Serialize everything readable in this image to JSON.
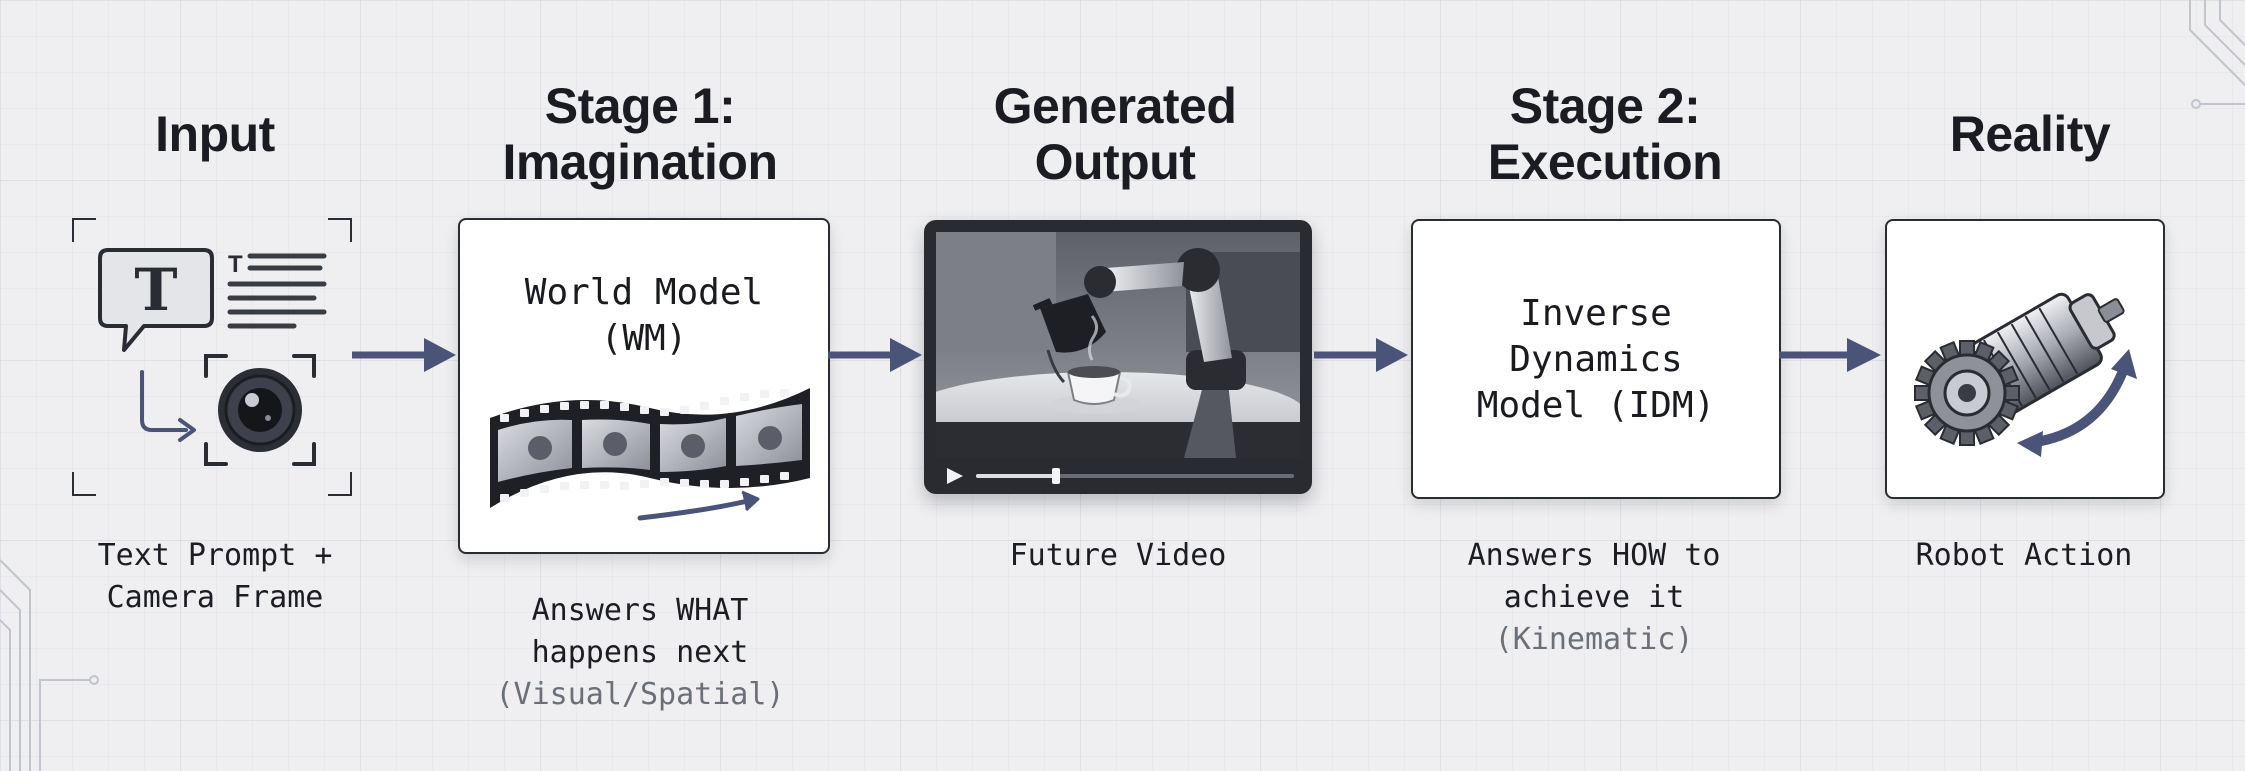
{
  "stages": [
    {
      "id": "input",
      "title": "Input",
      "caption_lines": [
        "Text Prompt +",
        "Camera Frame"
      ],
      "icons": [
        "text-t-icon",
        "text-lines-icon",
        "camera-lens-icon",
        "arrow-elbow-icon"
      ]
    },
    {
      "id": "imagination",
      "title_lines": [
        "Stage 1:",
        "Imagination"
      ],
      "box_lines": [
        "World Model",
        "(WM)"
      ],
      "caption_lines": [
        "Answers WHAT",
        "happens next"
      ],
      "caption_note": "(Visual/Spatial)",
      "icons": [
        "film-strip-icon"
      ]
    },
    {
      "id": "generated",
      "title_lines": [
        "Generated",
        "Output"
      ],
      "caption_lines": [
        "Future Video"
      ],
      "icons": [
        "play-icon"
      ]
    },
    {
      "id": "execution",
      "title_lines": [
        "Stage 2:",
        "Execution"
      ],
      "box_lines": [
        "Inverse",
        "Dynamics",
        "Model (IDM)"
      ],
      "caption_lines": [
        "Answers HOW to",
        "achieve it"
      ],
      "caption_note": "(Kinematic)"
    },
    {
      "id": "reality",
      "title": "Reality",
      "caption_lines": [
        "Robot Action"
      ],
      "icons": [
        "motor-gear-icon",
        "rotation-arrow-icon"
      ]
    }
  ],
  "colors": {
    "arrow": "#4a5378",
    "frame_border": "#2a2c33",
    "note_text": "#6b6f78",
    "background": "#efeff1"
  }
}
